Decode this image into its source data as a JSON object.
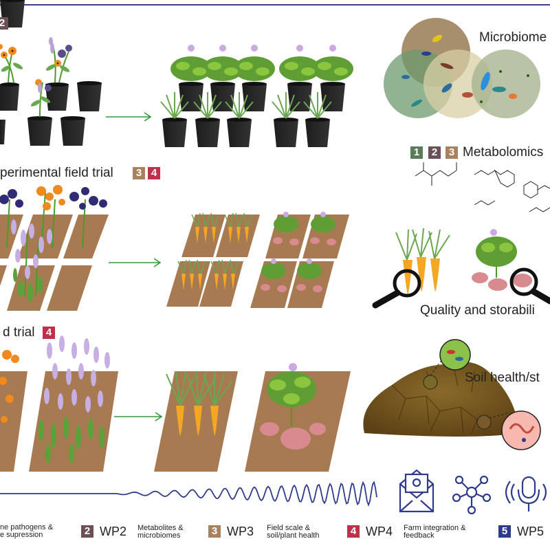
{
  "colors": {
    "frame_line": "#3a3f8f",
    "wp1": "#5b7c5a",
    "wp2": "#6b5055",
    "wp3": "#a8815d",
    "wp4": "#c0304a",
    "wp5": "#2e3a8c",
    "soil": "#a87a52",
    "green_arrow": "#2f9a3a",
    "wave": "#2e3a8c"
  },
  "rows": [
    {
      "title": "",
      "badges": [
        "2"
      ]
    },
    {
      "title": "perimental field trial",
      "badges": [
        "3",
        "4"
      ]
    },
    {
      "title": "d trial",
      "badges": [
        "4"
      ]
    }
  ],
  "panels": {
    "microbiome": {
      "label": "Microbiome"
    },
    "metabolomics": {
      "label": "Metabolomics",
      "badges": [
        "1",
        "2",
        "3"
      ]
    },
    "quality": {
      "label": "Quality and storabili"
    },
    "soil": {
      "label": "Soil health/st"
    }
  },
  "communication_icons": [
    "email-icon",
    "network-icon",
    "microphone-icon"
  ],
  "legend": [
    {
      "num": "",
      "code": "",
      "desc1": "ne pathogens &",
      "desc2": "e supression"
    },
    {
      "num": "2",
      "code": "WP2",
      "desc1": "Metabolites &",
      "desc2": "microbiomes"
    },
    {
      "num": "3",
      "code": "WP3",
      "desc1": "Field scale &",
      "desc2": "soil/plant health"
    },
    {
      "num": "4",
      "code": "WP4",
      "desc1": "Farm integration &",
      "desc2": "feedback"
    },
    {
      "num": "5",
      "code": "WP5",
      "desc1": "",
      "desc2": ""
    }
  ]
}
